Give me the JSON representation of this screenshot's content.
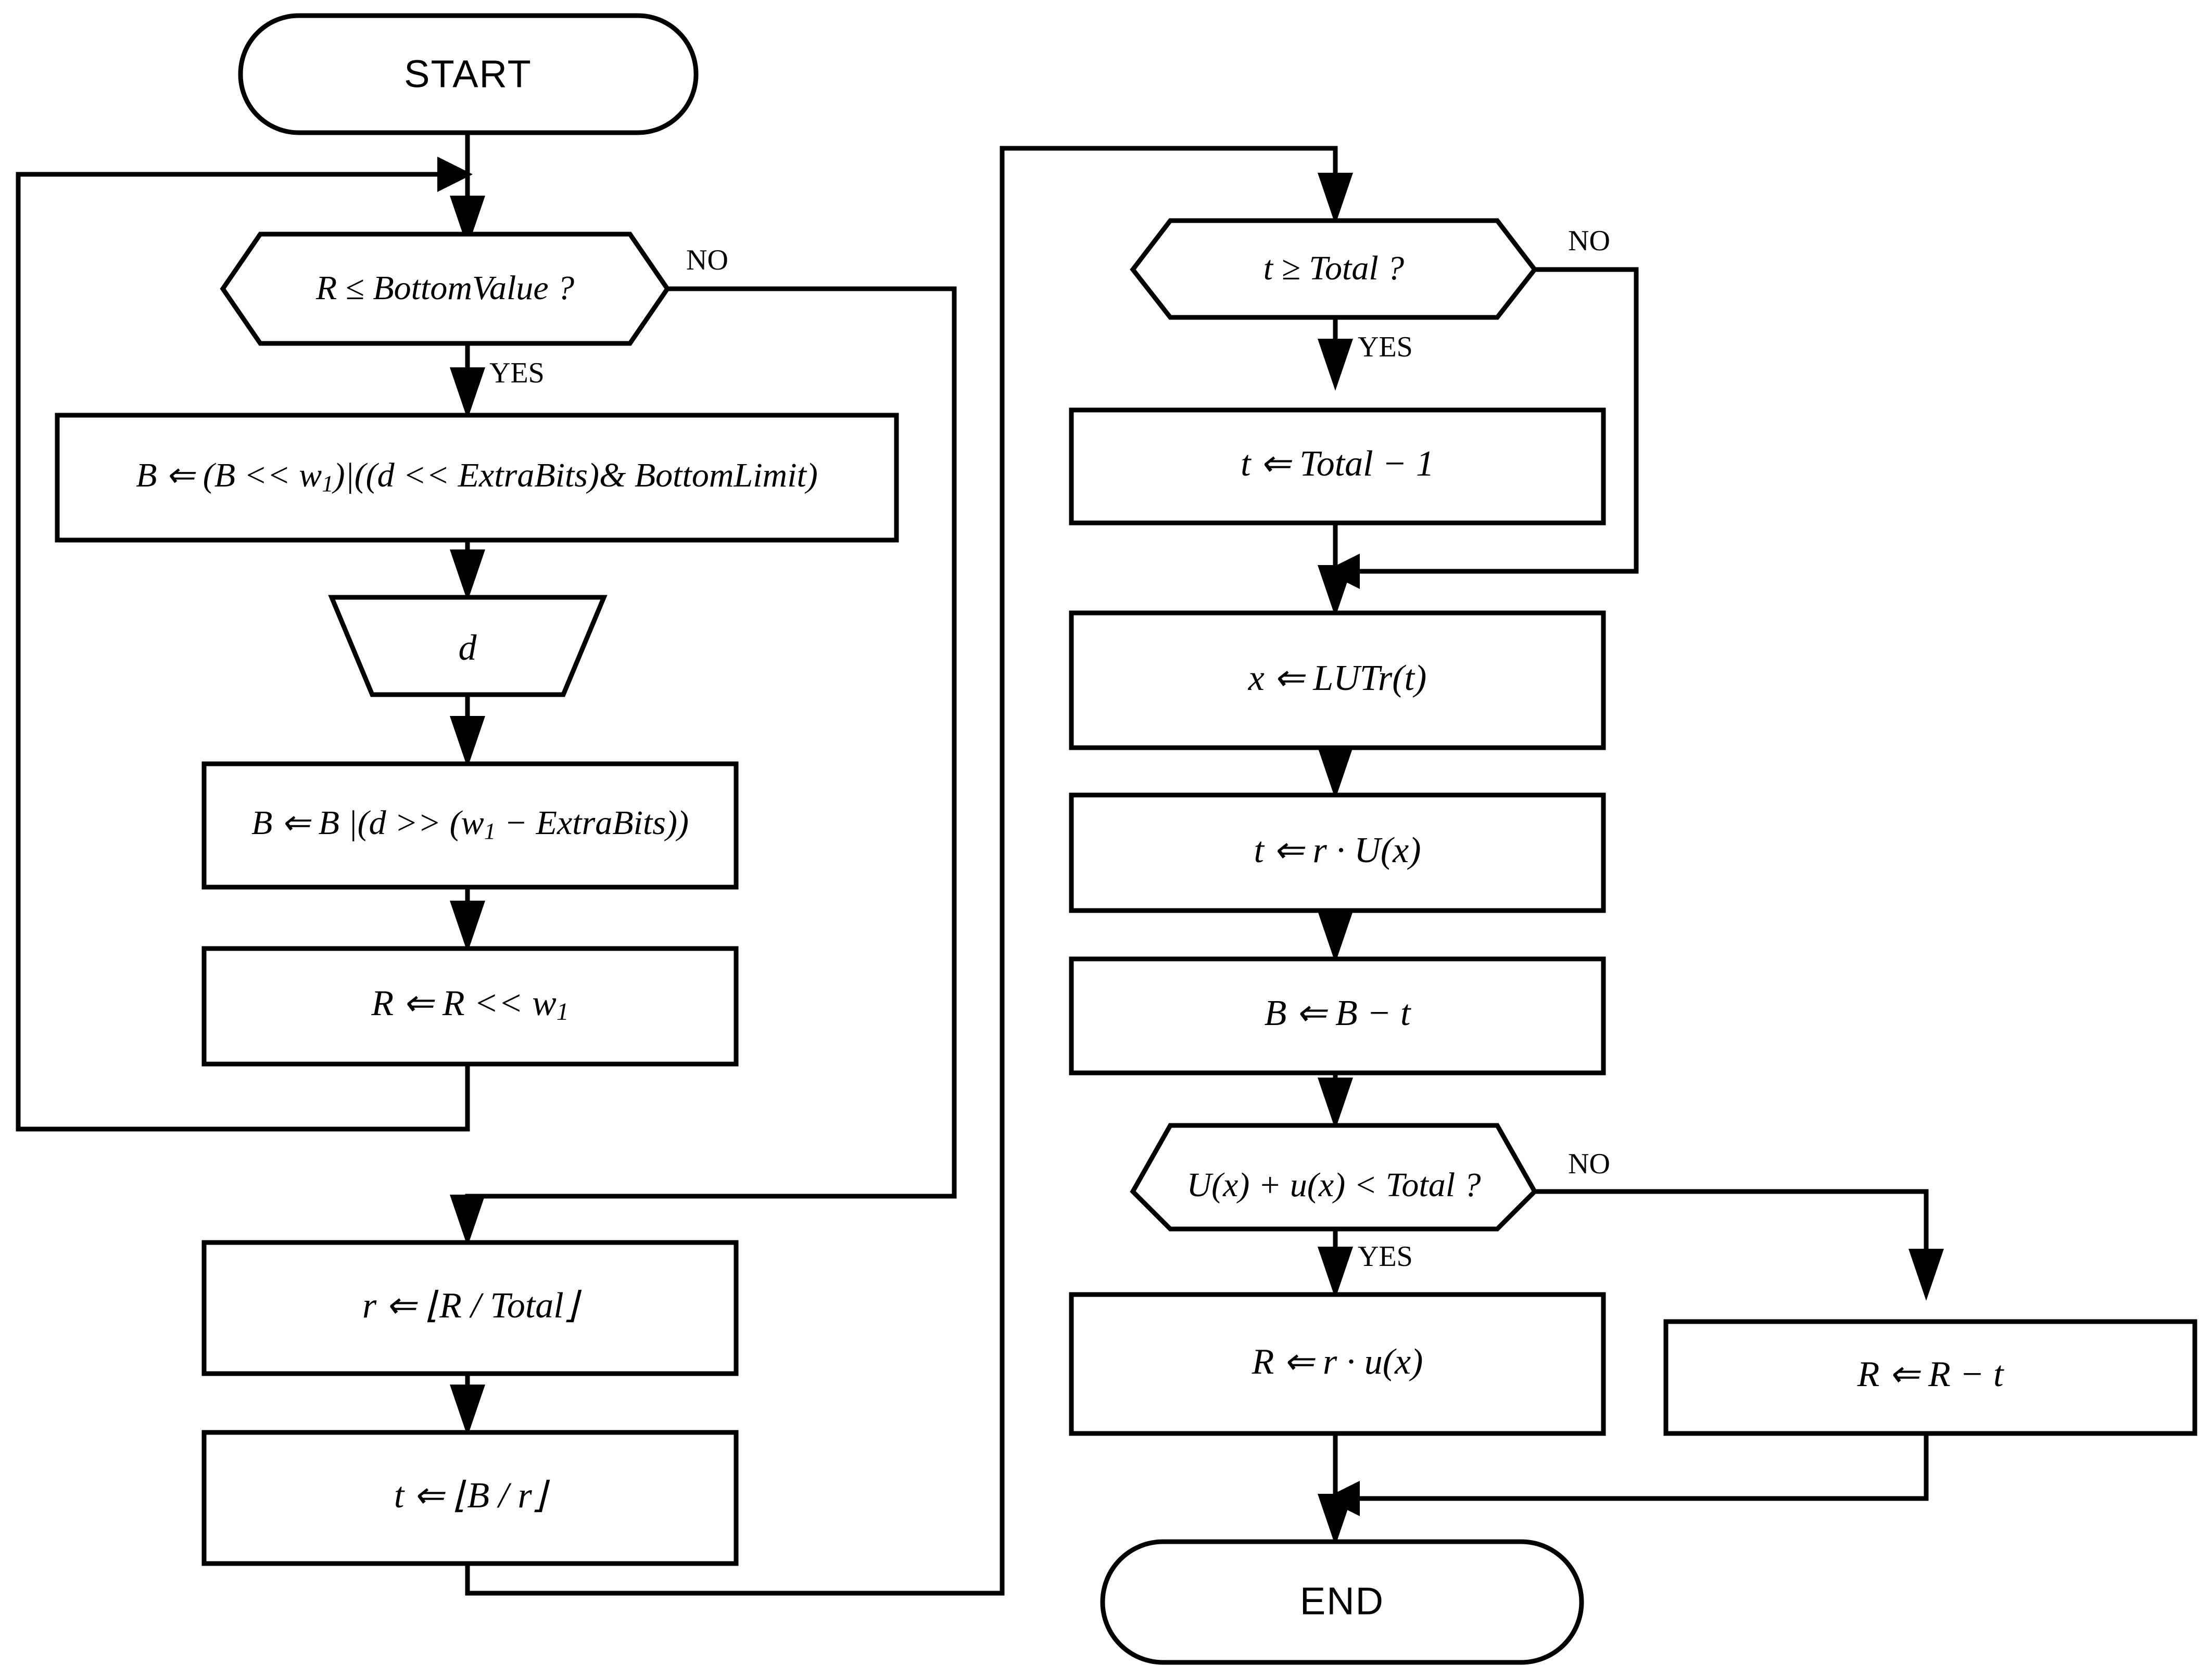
{
  "diagram": {
    "title": "rANS decoding flowchart",
    "stroke_color": "#000000",
    "fill_color": "#ffffff",
    "background": "#ffffff"
  },
  "nodes": {
    "start": {
      "label": "START",
      "shape": "terminator"
    },
    "dec_bottom": {
      "label": "R ≤ BottomValue ?",
      "shape": "hexagon"
    },
    "proc_b_shift": {
      "label": "B ⇐ (B << w₁)|((d << ExtraBits)& BottomLimit)",
      "shape": "process"
    },
    "io_d": {
      "label": "d",
      "shape": "trapezoid"
    },
    "proc_b_or": {
      "label": "B ⇐ B |(d >> (w₁ − ExtraBits))",
      "shape": "process"
    },
    "proc_r_shift": {
      "label": "R ⇐ R << w₁",
      "shape": "process"
    },
    "proc_r_div": {
      "label": "r ⇐ ⌊R / Total⌋",
      "shape": "process"
    },
    "proc_t_div": {
      "label": "t ⇐ ⌊B / r⌋",
      "shape": "process"
    },
    "dec_total": {
      "label": "t ≥ Total ?",
      "shape": "hexagon"
    },
    "proc_t_clamp": {
      "label": "t ⇐ Total − 1",
      "shape": "process"
    },
    "proc_x_lut": {
      "label": "x ⇐ LUTr(t)",
      "shape": "process"
    },
    "proc_t_ru": {
      "label": "t ⇐ r · U(x)",
      "shape": "process"
    },
    "proc_b_sub": {
      "label": "B ⇐ B − t",
      "shape": "process"
    },
    "dec_uu": {
      "label": "U(x) + u(x) < Total ?",
      "shape": "hexagon"
    },
    "proc_r_ru": {
      "label": "R ⇐ r · u(x)",
      "shape": "process"
    },
    "proc_r_sub": {
      "label": "R ⇐ R − t",
      "shape": "process"
    },
    "end": {
      "label": "END",
      "shape": "terminator"
    }
  },
  "edge_labels": {
    "no_bottom": "NO",
    "yes_bottom": "YES",
    "no_total": "NO",
    "yes_total": "YES",
    "no_uu": "NO",
    "yes_uu": "YES"
  }
}
